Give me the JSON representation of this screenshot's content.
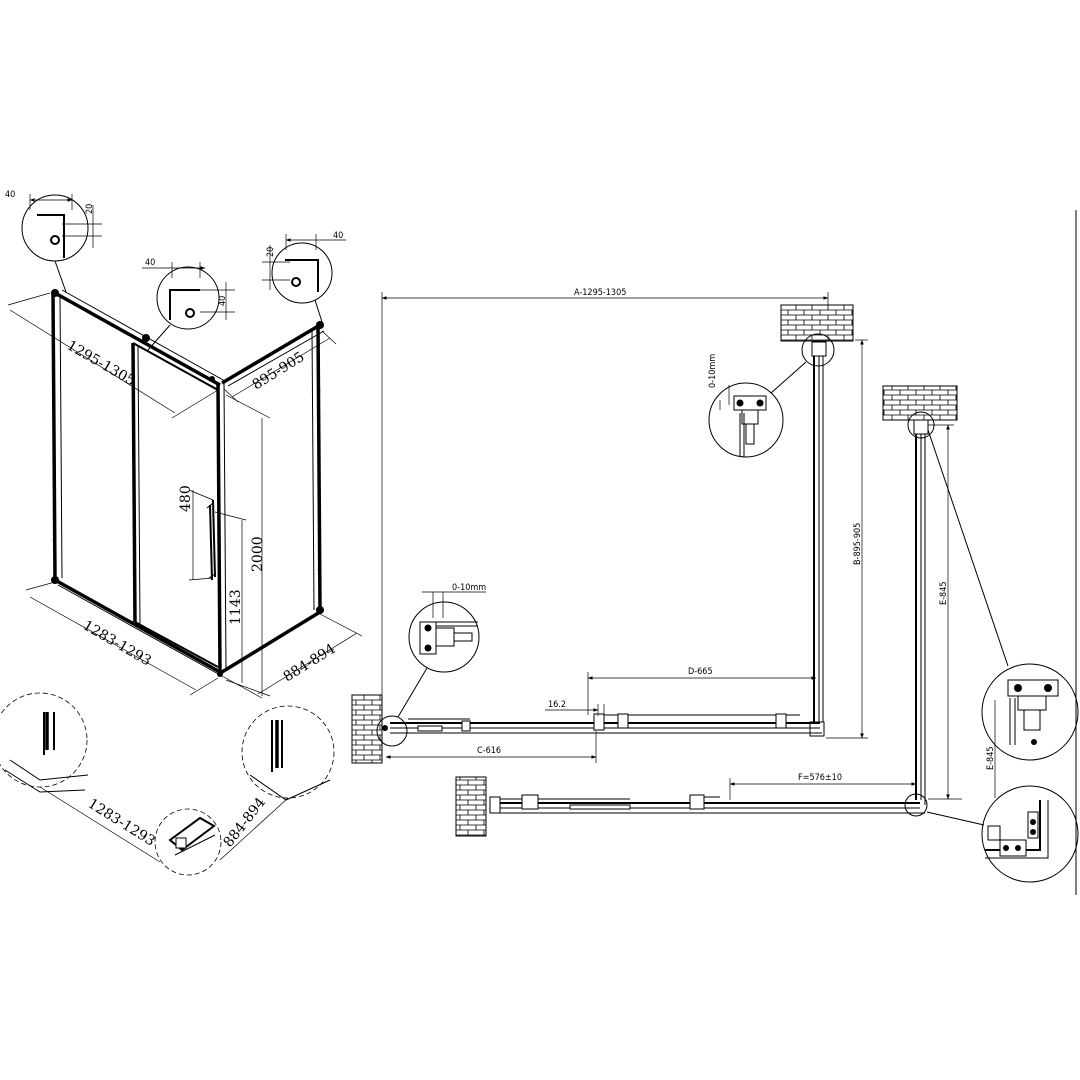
{
  "isometric": {
    "detail_callouts": {
      "top_left": {
        "horizontal": "40",
        "vertical": "20"
      },
      "middle": {
        "horizontal": "40",
        "vertical": "40"
      },
      "top_right": {
        "horizontal": "40",
        "vertical": "20"
      }
    },
    "dimensions": {
      "front_width_top": "1295-1305",
      "side_width_top": "895-905",
      "front_width_bottom": "1283-1293",
      "side_width_bottom": "884-894",
      "height": "2000",
      "handle_length": "480",
      "handle_height": "1143"
    },
    "bottom_details": {
      "front": "1283-1293",
      "side": "884-894"
    }
  },
  "plan_view": {
    "dim_a": "A-1295-1305",
    "dim_b": "B-895-905",
    "dim_c": "C-616",
    "dim_d": "D-665",
    "dim_offset": "16.2",
    "gap_top": "0-10mm",
    "gap_left": "0-10mm"
  },
  "plan_view_alt": {
    "dim_e_upper": "E-845",
    "dim_e_lower": "E-845",
    "dim_f": "F=576±10"
  }
}
